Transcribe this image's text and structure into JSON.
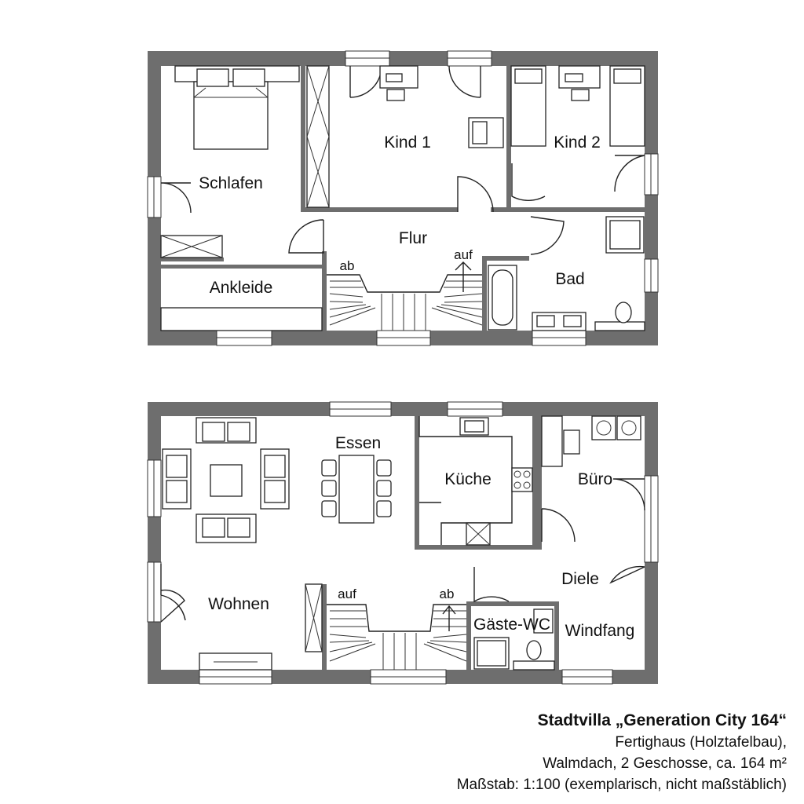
{
  "upper_floor": {
    "rooms": {
      "schlafen": "Schlafen",
      "ankleide": "Ankleide",
      "kind1": "Kind 1",
      "kind2": "Kind 2",
      "flur": "Flur",
      "bad": "Bad"
    },
    "stairs": {
      "down": "ab",
      "up": "auf"
    }
  },
  "ground_floor": {
    "rooms": {
      "essen": "Essen",
      "kueche": "Küche",
      "buero": "Büro",
      "wohnen": "Wohnen",
      "diele": "Diele",
      "gaeste_wc": "Gäste-WC",
      "windfang": "Windfang"
    },
    "stairs": {
      "up": "auf",
      "down": "ab"
    }
  },
  "caption": {
    "title": "Stadtvilla „Generation City 164“",
    "line1": "Fertighaus (Holztafelbau),",
    "line2": "Walmdach, 2 Geschosse, ca. 164 m²",
    "line3": "Maßstab: 1:100 (exemplarisch, nicht maßstäblich)"
  },
  "colors": {
    "wall": "#6e6e6e",
    "line": "#222222",
    "background": "#ffffff"
  }
}
